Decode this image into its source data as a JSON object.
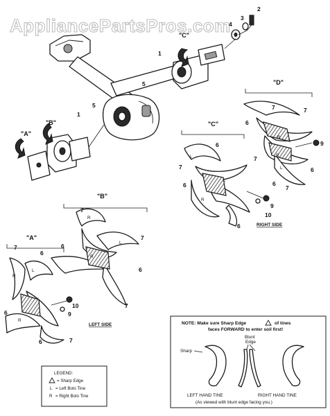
{
  "watermark": "AppliancePartsPros.com",
  "callouts": {
    "one": "1",
    "two": "2",
    "three": "3",
    "four": "4",
    "five": "5",
    "six": "6",
    "seven": "7",
    "nine": "9",
    "ten": "10"
  },
  "hub_labels": {
    "a": "\"A\"",
    "b": "\"B\"",
    "c": "\"C\"",
    "d": "\"D\""
  },
  "tine_marks": {
    "r": "R",
    "l": "L"
  },
  "sides": {
    "right": "RIGHT SIDE",
    "left": "LEFT SIDE"
  },
  "note": {
    "line1": "NOTE: Make sure Sharp Edge",
    "line1b": "of tines",
    "line2": "faces FORWARD to enter soil first!",
    "sharp": "Sharp",
    "blunt_line1": "Blunt",
    "blunt_line2": "Edge",
    "left_tine": "LEFT HAND TINE",
    "right_tine": "RIGHT HAND TINE",
    "viewed": "(As viewed with blunt edge facing you.)"
  },
  "legend": {
    "title": "LEGEND:",
    "sharp_key": "= Sharp Edge",
    "l_key": "L",
    "l_desc": "= Left Bolo Tine",
    "r_key": "R",
    "r_desc": "= Right Bolo Tine"
  },
  "colors": {
    "ink": "#1a1a1a",
    "watermark": "#bdbdbd",
    "background": "#ffffff"
  }
}
